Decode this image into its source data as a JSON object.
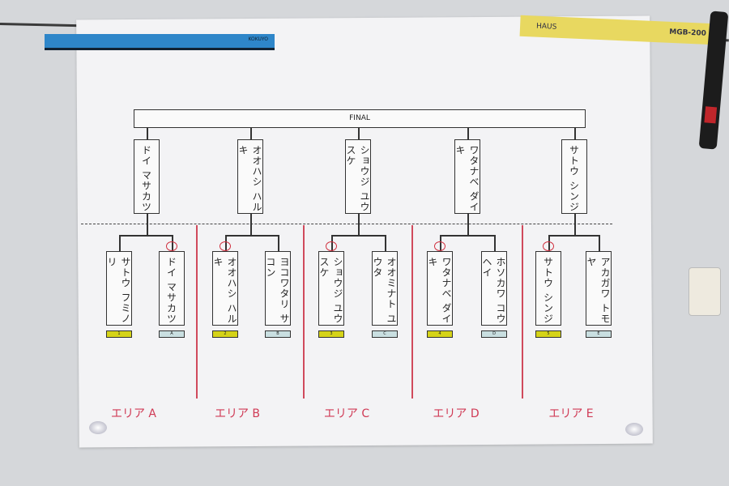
{
  "final": "FINAL",
  "winners": [
    "ドイ マサカツ",
    "オオハシ ハルキ",
    "ショウジ ユウスケ",
    "ワタナベ ダイキ",
    "サトウ シンジ"
  ],
  "players": [
    "サトウ フミノリ",
    "ドイ マサカツ",
    "オオハシ ハルキ",
    "ヨコワタリ サコン",
    "ショウジ ユウスケ",
    "オオミナト ユウタ",
    "ワタナベ ダイキ",
    "ホソカワ コウヘイ",
    "サトウ シンジ",
    "アカガワ トモヤ"
  ],
  "tags": [
    "1",
    "A",
    "2",
    "B",
    "3",
    "C",
    "4",
    "D",
    "5",
    "E"
  ],
  "areas": [
    "エリア A",
    "エリア B",
    "エリア C",
    "エリア D",
    "エリア E"
  ],
  "props": {
    "blue_ruler": "KOKUYO",
    "yellow_ruler_left": "HAUS",
    "yellow_ruler_right": "MGB-200"
  }
}
